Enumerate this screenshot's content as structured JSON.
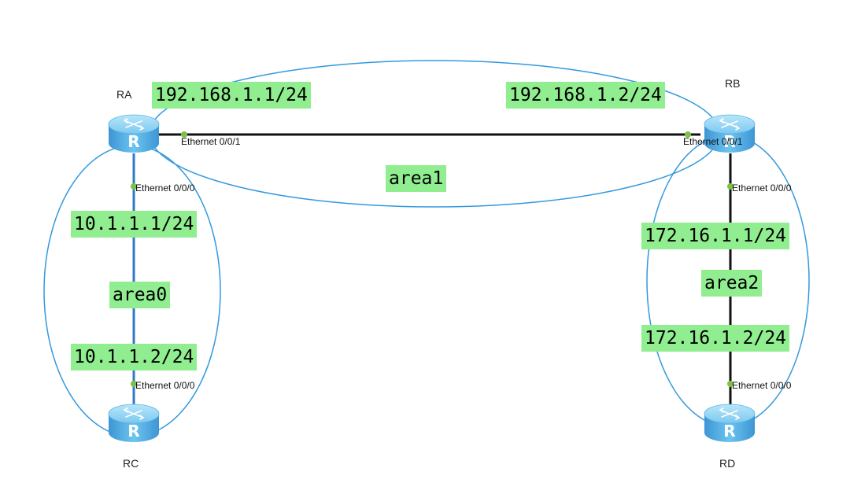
{
  "colors": {
    "area_ellipse": "#3399dd",
    "link_line": "#111111",
    "area0_link": "#3377cc",
    "label_bg": "#90ee90",
    "port_dot": "#7cc243",
    "router_body": "#4aa8e0"
  },
  "routers": [
    {
      "id": "RA",
      "name": "RA",
      "icon": "router-icon"
    },
    {
      "id": "RB",
      "name": "RB",
      "icon": "router-icon"
    },
    {
      "id": "RC",
      "name": "RC",
      "icon": "router-icon"
    },
    {
      "id": "RD",
      "name": "RD",
      "icon": "router-icon"
    }
  ],
  "ip_labels": {
    "ra_e001": "192.168.1.1/24",
    "rb_e001": "192.168.1.2/24",
    "ra_e000": "10.1.1.1/24",
    "rc_e000": "10.1.1.2/24",
    "rb_e000": "172.16.1.1/24",
    "rd_e000": "172.16.1.2/24"
  },
  "areas": {
    "area0": "area0",
    "area1": "area1",
    "area2": "area2"
  },
  "ports": {
    "ra_e001": "Ethernet 0/0/1",
    "rb_e001": "Ethernet 0/0/1",
    "ra_e000": "Ethernet 0/0/0",
    "rc_e000": "Ethernet 0/0/0",
    "rb_e000": "Ethernet 0/0/0",
    "rd_e000": "Ethernet 0/0/0"
  }
}
